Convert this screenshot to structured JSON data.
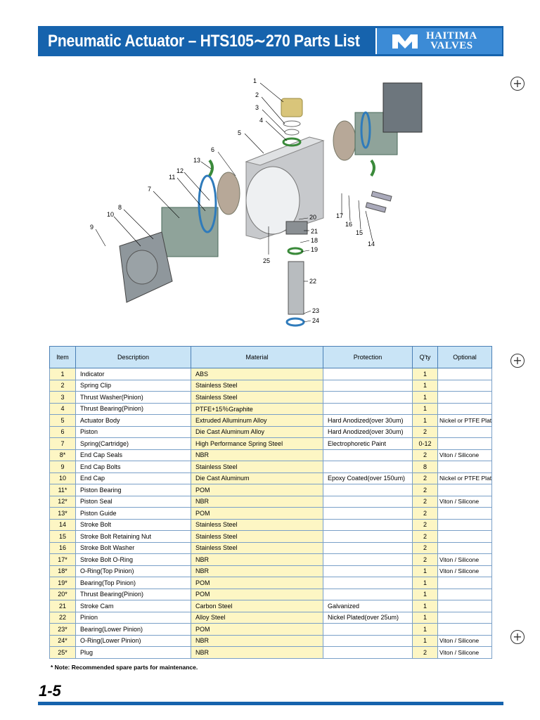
{
  "header": {
    "title": "Pneumatic Actuator – HTS105∼270 Parts List",
    "brand_line1": "HAITIMA",
    "brand_line2": "VALVES"
  },
  "diagram": {
    "callouts": [
      "1",
      "2",
      "3",
      "4",
      "5",
      "6",
      "7",
      "8",
      "9",
      "10",
      "11",
      "12",
      "13",
      "14",
      "15",
      "16",
      "17",
      "18",
      "19",
      "20",
      "21",
      "22",
      "23",
      "24",
      "25"
    ]
  },
  "table": {
    "headers": {
      "item": "Item",
      "description": "Description",
      "material": "Material",
      "protection": "Protection",
      "qty": "Q'ty",
      "optional": "Optional"
    },
    "rows": [
      {
        "item": "1",
        "description": "Indicator",
        "material": "ABS",
        "protection": "",
        "qty": "1",
        "optional": ""
      },
      {
        "item": "2",
        "description": "Spring Clip",
        "material": "Stainless Steel",
        "protection": "",
        "qty": "1",
        "optional": ""
      },
      {
        "item": "3",
        "description": "Thrust Washer(Pinion)",
        "material": "Stainless Steel",
        "protection": "",
        "qty": "1",
        "optional": ""
      },
      {
        "item": "4",
        "description": "Thrust Bearing(Pinion)",
        "material": "PTFE+15％Graphite",
        "protection": "",
        "qty": "1",
        "optional": ""
      },
      {
        "item": "5",
        "description": "Actuator Body",
        "material": "Extruded Alluminum Alloy",
        "protection": "Hard Anodized(over 30um)",
        "qty": "1",
        "optional": "Nickel or PTFE Plated"
      },
      {
        "item": "6",
        "description": "Piston",
        "material": "Die Cast Aluminum Alloy",
        "protection": "Hard Anodized(over 30um)",
        "qty": "2",
        "optional": ""
      },
      {
        "item": "7",
        "description": "Spring(Cartridge)",
        "material": "High Performance Spring Steel",
        "protection": "Electrophoretic Paint",
        "qty": "0-12",
        "optional": ""
      },
      {
        "item": "8*",
        "description": "End Cap Seals",
        "material": "NBR",
        "protection": "",
        "qty": "2",
        "optional": "Viton / Silicone"
      },
      {
        "item": "9",
        "description": "End Cap Bolts",
        "material": "Stainless Steel",
        "protection": "",
        "qty": "8",
        "optional": ""
      },
      {
        "item": "10",
        "description": "End Cap",
        "material": "Die Cast Aluminum",
        "protection": "Epoxy Coated(over 150um)",
        "qty": "2",
        "optional": "Nickel or PTFE Plated"
      },
      {
        "item": "11*",
        "description": "Piston Bearing",
        "material": "POM",
        "protection": "",
        "qty": "2",
        "optional": ""
      },
      {
        "item": "12*",
        "description": "Piston Seal",
        "material": "NBR",
        "protection": "",
        "qty": "2",
        "optional": "Viton / Silicone"
      },
      {
        "item": "13*",
        "description": "Piston Guide",
        "material": "POM",
        "protection": "",
        "qty": "2",
        "optional": ""
      },
      {
        "item": "14",
        "description": "Stroke Bolt",
        "material": "Stainless Steel",
        "protection": "",
        "qty": "2",
        "optional": ""
      },
      {
        "item": "15",
        "description": "Stroke Bolt Retaining Nut",
        "material": "Stainless Steel",
        "protection": "",
        "qty": "2",
        "optional": ""
      },
      {
        "item": "16",
        "description": "Stroke Bolt Washer",
        "material": "Stainless Steel",
        "protection": "",
        "qty": "2",
        "optional": ""
      },
      {
        "item": "17*",
        "description": "Stroke Bolt O-Ring",
        "material": "NBR",
        "protection": "",
        "qty": "2",
        "optional": "Viton / Silicone"
      },
      {
        "item": "18*",
        "description": "O-Ring(Top Pinion)",
        "material": "NBR",
        "protection": "",
        "qty": "1",
        "optional": "Viton / Silicone"
      },
      {
        "item": "19*",
        "description": "Bearing(Top Pinion)",
        "material": "POM",
        "protection": "",
        "qty": "1",
        "optional": ""
      },
      {
        "item": "20*",
        "description": "Thrust Bearing(Pinion)",
        "material": "POM",
        "protection": "",
        "qty": "1",
        "optional": ""
      },
      {
        "item": "21",
        "description": "Stroke Cam",
        "material": "Carbon Steel",
        "protection": "Galvanized",
        "qty": "1",
        "optional": ""
      },
      {
        "item": "22",
        "description": "Pinion",
        "material": "Alloy Steel",
        "protection": "Nickel Plated(over 25um)",
        "qty": "1",
        "optional": ""
      },
      {
        "item": "23*",
        "description": "Bearing(Lower Pinion)",
        "material": "POM",
        "protection": "",
        "qty": "1",
        "optional": ""
      },
      {
        "item": "24*",
        "description": "O-Ring(Lower Pinion)",
        "material": "NBR",
        "protection": "",
        "qty": "1",
        "optional": "Viton / Silicone"
      },
      {
        "item": "25*",
        "description": "Plug",
        "material": "NBR",
        "protection": "",
        "qty": "2",
        "optional": "Viton / Silicone"
      }
    ]
  },
  "note": "* Note: Recommended spare parts for maintenance.",
  "page_number": "1-5",
  "colors": {
    "header_blue": "#1663ad",
    "brand_blue": "#3c8bd6",
    "table_head": "#c9e4f6",
    "cell_yellow": "#fdf6c4"
  },
  "icons": [
    "plus-circle-icon",
    "haitima-logo"
  ]
}
